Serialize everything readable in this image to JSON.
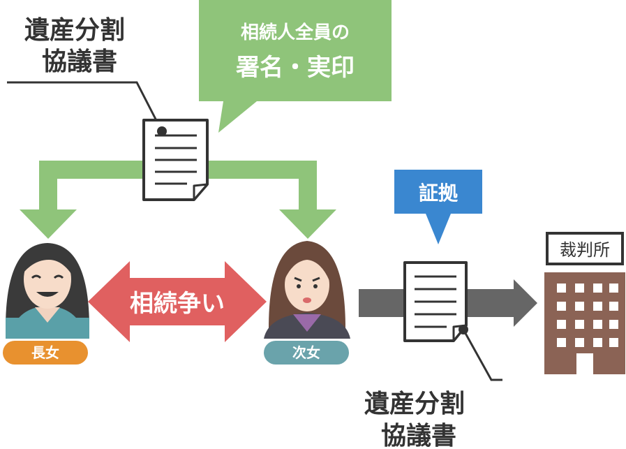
{
  "labels": {
    "doc_top": [
      "遺産分割",
      "協議書"
    ],
    "bubble_top": [
      "相続人全員の",
      "署名・実印"
    ],
    "conflict": "相続争い",
    "evidence": "証拠",
    "doc_bottom": [
      "遺産分割",
      "協議書"
    ],
    "court": "裁判所",
    "person_left": "長女",
    "person_right": "次女"
  },
  "colors": {
    "green": "#8fc47a",
    "red": "#e06060",
    "blue": "#3a87d0",
    "orange": "#e8912f",
    "teal": "#6aa3ab",
    "gray_arrow": "#666666",
    "building": "#8b6355",
    "ink": "#333333"
  }
}
